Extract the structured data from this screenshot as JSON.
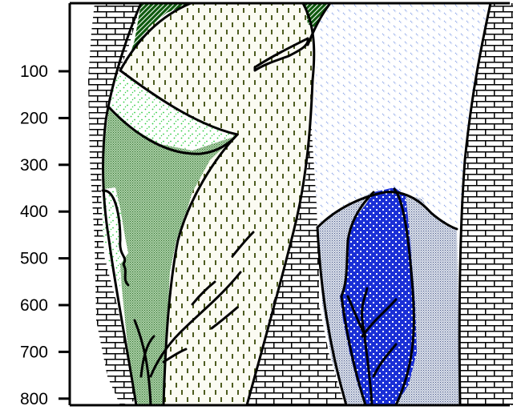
{
  "depth_axis": {
    "labels": [
      "100",
      "200",
      "300",
      "400",
      "500",
      "600",
      "700",
      "800"
    ]
  },
  "colors": {
    "brick": "#000000",
    "dark_green": "#1f7a1f",
    "light_green_dots": "#2ecc40",
    "blue_dots": "#1a2fd6",
    "pale_blue_dots": "#5a7fe0",
    "olive_dashes": "#4a5a10",
    "gray_stipple": "#808080",
    "line": "#000000"
  },
  "units": [
    {
      "name": "brick-wall-rock",
      "pattern": "brick"
    },
    {
      "name": "dark-green-hatched-cap",
      "pattern": "crosshatch-green"
    },
    {
      "name": "green-stippled-unit",
      "pattern": "stipple-green"
    },
    {
      "name": "light-green-dotted-unit",
      "pattern": "dots-green"
    },
    {
      "name": "olive-dashed-unit",
      "pattern": "dashes-olive"
    },
    {
      "name": "pale-blue-dashed-unit",
      "pattern": "dashes-blue"
    },
    {
      "name": "blue-checkered-body",
      "pattern": "checker-blue"
    },
    {
      "name": "gray-stippled-unit",
      "pattern": "stipple-gray"
    }
  ]
}
